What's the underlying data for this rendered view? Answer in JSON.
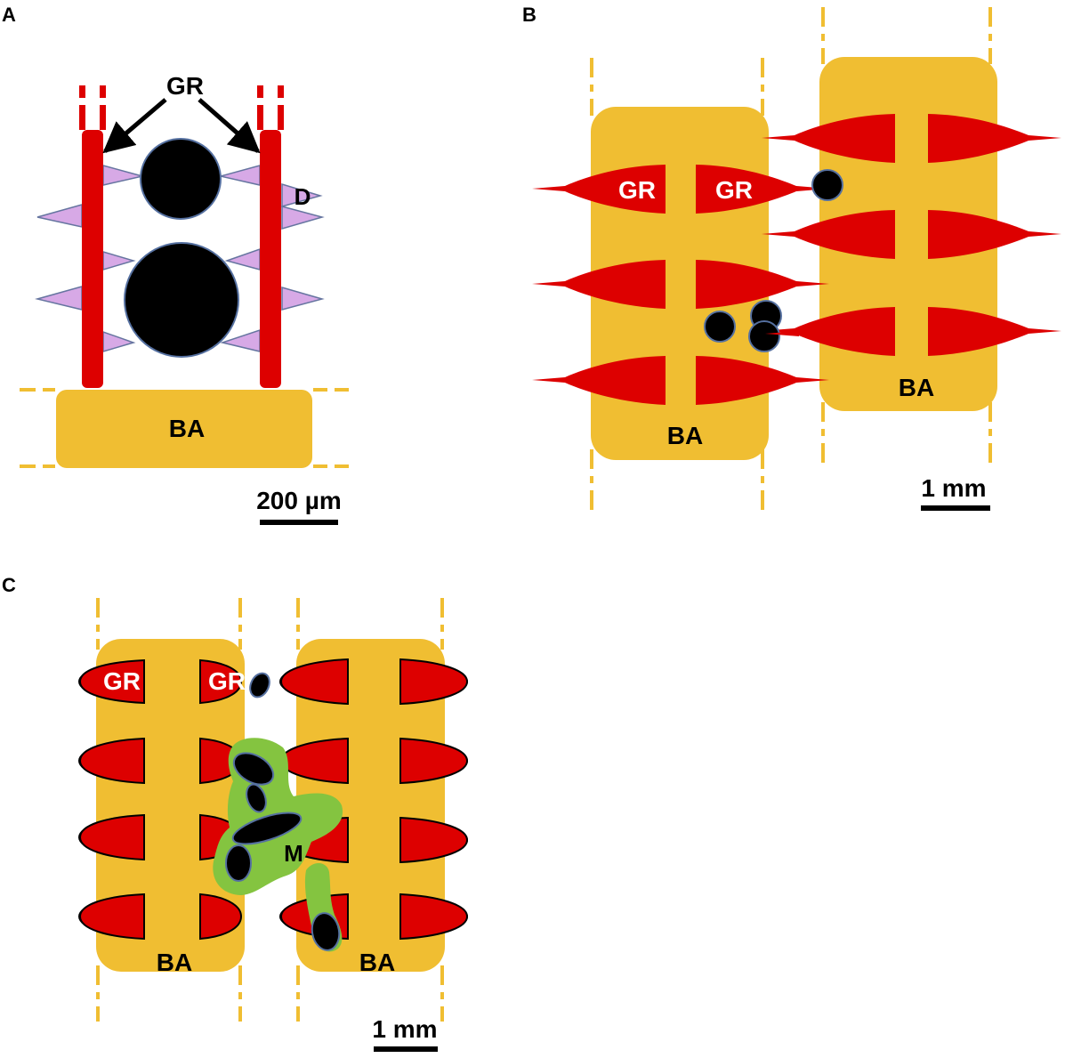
{
  "panels": {
    "a": {
      "letter": "A",
      "gill_raker_label": "GR",
      "denticle_label": "D",
      "branchial_arch_label": "BA",
      "scale_label": "200 µm"
    },
    "b": {
      "letter": "B",
      "gill_raker_label_left": "GR",
      "gill_raker_label_right": "GR",
      "arch_left_label": "BA",
      "arch_right_label": "BA",
      "scale_label": "1 mm"
    },
    "c": {
      "letter": "C",
      "gill_raker_label_left": "GR",
      "gill_raker_label_right": "GR",
      "mucus_label": "M",
      "arch_left_label": "BA",
      "arch_right_label": "BA",
      "scale_label": "1 mm"
    }
  },
  "colors": {
    "branchial_arch": "#F0BE32",
    "gill_raker": "#DD0000",
    "denticle": "#D7A9E6",
    "denticle_stroke": "#6675A0",
    "particle": "#000000",
    "particle_stroke": "#5570A0",
    "mucus": "#84C440",
    "label_dark": "#000000",
    "label_light": "#ffffff"
  }
}
